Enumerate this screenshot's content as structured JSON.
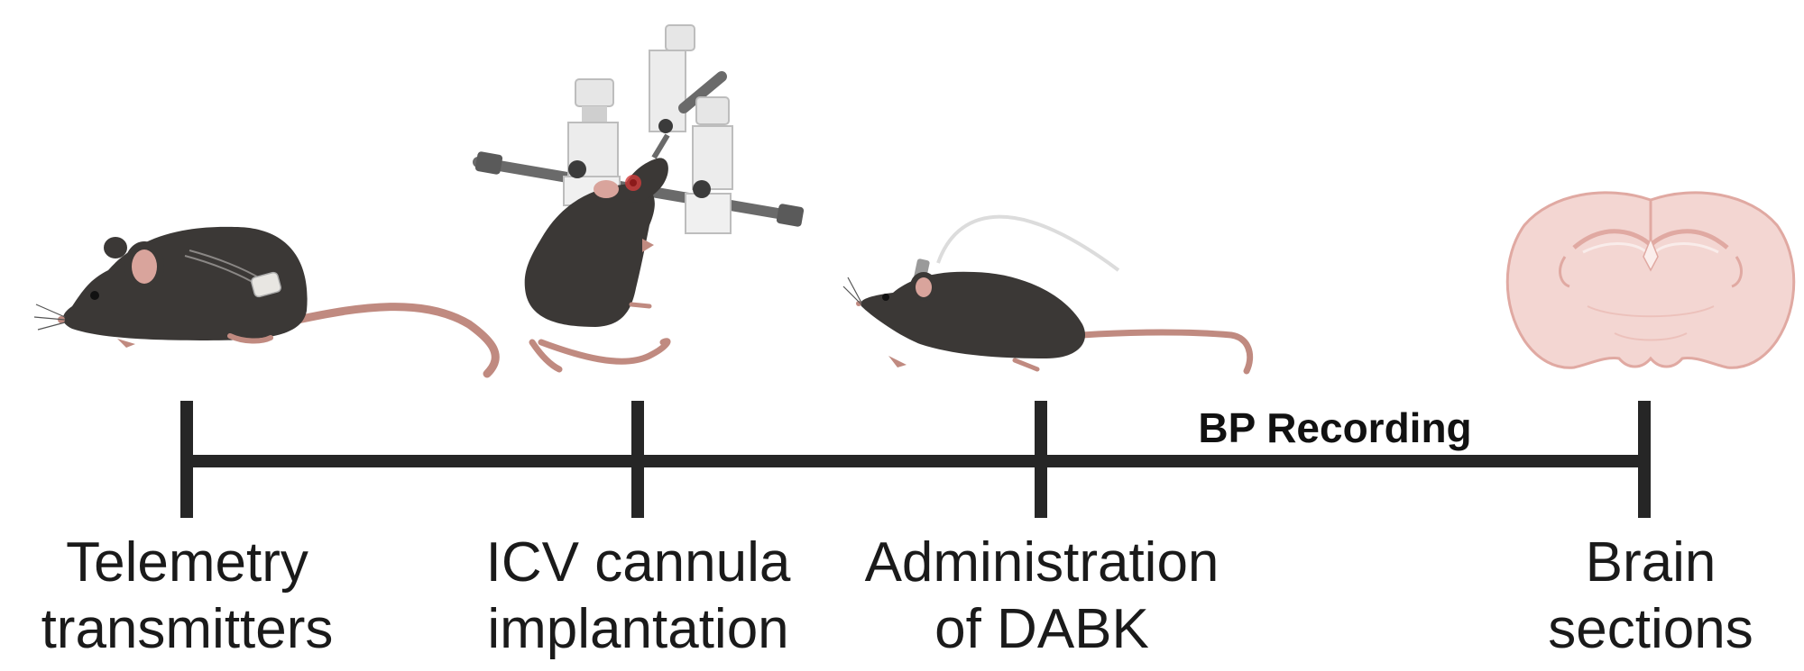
{
  "timeline": {
    "span_label": "BP Recording",
    "steps": [
      {
        "line1": "Telemetry",
        "line2": "transmitters",
        "icon": "mouse-with-telemetry-transmitter-icon"
      },
      {
        "line1": "ICV cannula",
        "line2": "implantation",
        "icon": "mouse-in-stereotaxic-frame-icon"
      },
      {
        "line1": "Administration",
        "line2": "of DABK",
        "icon": "mouse-with-icv-cannula-icon"
      },
      {
        "line1": "Brain",
        "line2": "sections",
        "icon": "coronal-brain-section-icon"
      }
    ]
  },
  "colors": {
    "timeline": "#262626",
    "mouse_body": "#3b3836",
    "mouse_tail": "#c08a80",
    "ear": "#d9a49c",
    "brain_fill": "#f3d6d2",
    "brain_stroke": "#e0a9a2",
    "frame": "#d5d5d5"
  }
}
